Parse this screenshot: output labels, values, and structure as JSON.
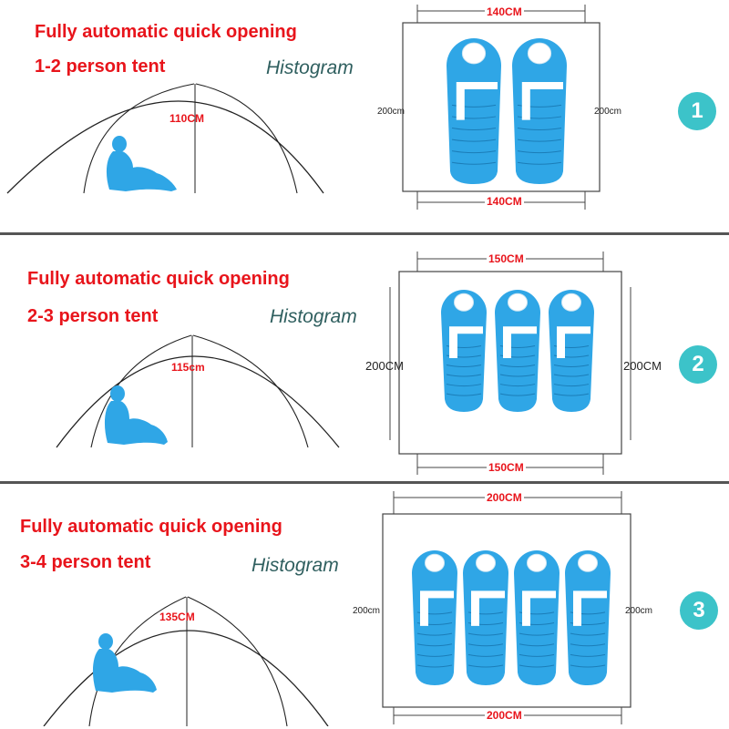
{
  "colors": {
    "accent_red": "#e8141b",
    "histogram_text": "#2f5f5f",
    "sleeping_bag": "#2fa6e6",
    "person_silhouette": "#2fa6e6",
    "badge": "#3cc3c9",
    "divider": "#555555"
  },
  "panels": [
    {
      "title": "Fully automatic quick opening",
      "subtitle": "1-2 person tent",
      "histogram": "Histogram",
      "height": "110CM",
      "width_top": "140CM",
      "width_bottom": "140CM",
      "length_left": "200cm",
      "length_right": "200cm",
      "bags": 2,
      "badge": "1"
    },
    {
      "title": "Fully automatic quick opening",
      "subtitle": "2-3 person tent",
      "histogram": "Histogram",
      "height": "115cm",
      "width_top": "150CM",
      "width_bottom": "150CM",
      "length_left": "200CM",
      "length_right": "200CM",
      "bags": 3,
      "badge": "2"
    },
    {
      "title": "Fully automatic quick opening",
      "subtitle": "3-4 person tent",
      "histogram": "Histogram",
      "height": "135CM",
      "width_top": "200CM",
      "width_bottom": "200CM",
      "length_left": "200cm",
      "length_right": "200cm",
      "bags": 4,
      "badge": "3"
    }
  ]
}
